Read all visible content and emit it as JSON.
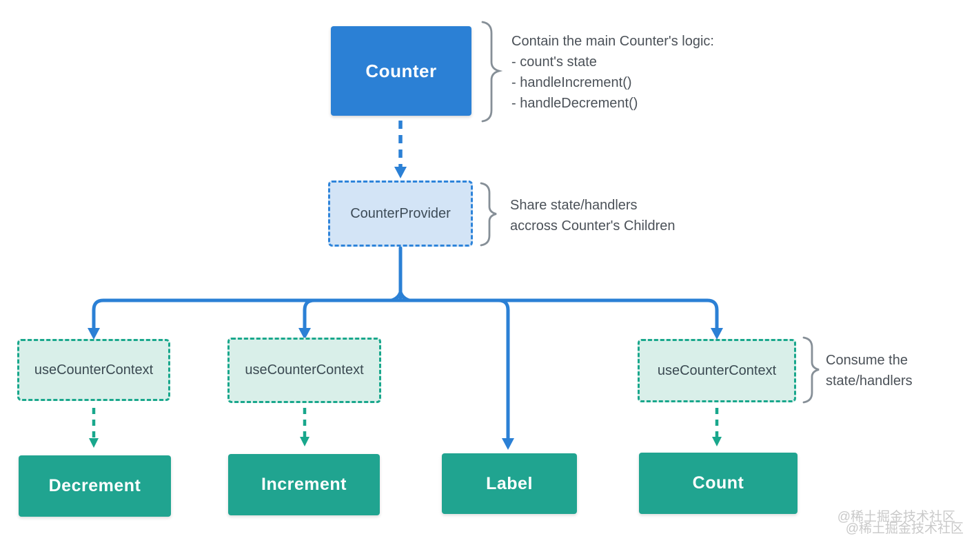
{
  "diagram": {
    "nodes": {
      "counter": {
        "label": "Counter"
      },
      "counter_provider": {
        "label": "CounterProvider"
      },
      "use_counter_context_1": {
        "label": "useCounterContext"
      },
      "use_counter_context_2": {
        "label": "useCounterContext"
      },
      "use_counter_context_3": {
        "label": "useCounterContext"
      },
      "decrement": {
        "label": "Decrement"
      },
      "increment": {
        "label": "Increment"
      },
      "label": {
        "label": "Label"
      },
      "count": {
        "label": "Count"
      }
    },
    "annotations": {
      "counter_logic": {
        "line1": "Contain the main Counter's logic:",
        "line2": "- count's state",
        "line3": "- handleIncrement()",
        "line4": "- handleDecrement()"
      },
      "provider_share": {
        "line1": "Share state/handlers",
        "line2": "accross Counter's Children"
      },
      "consume": {
        "line1": "Consume the",
        "line2": "state/handlers"
      }
    },
    "colors": {
      "blue": "#2b80d5",
      "blue_border": "#2e84da",
      "blue_fill": "#d3e4f6",
      "teal": "#19a78c",
      "teal_solid": "#20a490",
      "teal_fill": "#d9efe9",
      "brace_gray": "#868f97",
      "text_dark": "#3d4b57",
      "annotation_gray": "#4b5158",
      "watermark_gray": "#c9c9c9"
    },
    "watermark": {
      "line1": "@稀土掘金技术社区",
      "line2": "@稀土掘金技术社区"
    }
  }
}
